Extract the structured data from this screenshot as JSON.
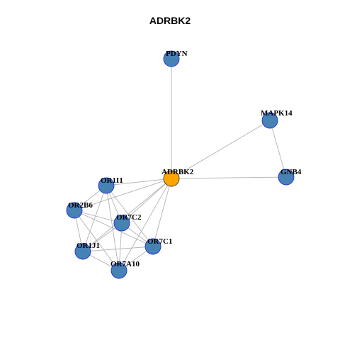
{
  "title": "ADRBK2",
  "colors": {
    "hub": "#FFA500",
    "node": "#4682B4",
    "node_border": "#1f2fd0",
    "edge": "#b3b3b3"
  },
  "nodes": [
    {
      "id": "PDYN",
      "label": "PDYN",
      "role": "neighbor"
    },
    {
      "id": "MAPK14",
      "label": "MAPK14",
      "role": "neighbor"
    },
    {
      "id": "ADRBK2",
      "label": "ADRBK2",
      "role": "hub"
    },
    {
      "id": "GNB4",
      "label": "GNB4",
      "role": "neighbor"
    },
    {
      "id": "OR1I1",
      "label": "OR1I1",
      "role": "neighbor"
    },
    {
      "id": "OR2B6",
      "label": "OR2B6",
      "role": "neighbor"
    },
    {
      "id": "OR7C2",
      "label": "OR7C2",
      "role": "neighbor"
    },
    {
      "id": "OR7C1",
      "label": "OR7C1",
      "role": "neighbor"
    },
    {
      "id": "OR1J1",
      "label": "OR1J1",
      "role": "neighbor"
    },
    {
      "id": "OR7A10",
      "label": "OR7A10",
      "role": "neighbor"
    }
  ],
  "edges": [
    [
      "ADRBK2",
      "PDYN"
    ],
    [
      "ADRBK2",
      "MAPK14"
    ],
    [
      "ADRBK2",
      "GNB4"
    ],
    [
      "MAPK14",
      "GNB4"
    ],
    [
      "ADRBK2",
      "OR1I1"
    ],
    [
      "ADRBK2",
      "OR2B6"
    ],
    [
      "ADRBK2",
      "OR7C2"
    ],
    [
      "ADRBK2",
      "OR7C1"
    ],
    [
      "ADRBK2",
      "OR1J1"
    ],
    [
      "ADRBK2",
      "OR7A10"
    ],
    [
      "OR1I1",
      "OR2B6"
    ],
    [
      "OR1I1",
      "OR7C2"
    ],
    [
      "OR1I1",
      "OR7C1"
    ],
    [
      "OR1I1",
      "OR1J1"
    ],
    [
      "OR1I1",
      "OR7A10"
    ],
    [
      "OR2B6",
      "OR7C2"
    ],
    [
      "OR2B6",
      "OR7C1"
    ],
    [
      "OR2B6",
      "OR1J1"
    ],
    [
      "OR2B6",
      "OR7A10"
    ],
    [
      "OR7C2",
      "OR7C1"
    ],
    [
      "OR7C2",
      "OR1J1"
    ],
    [
      "OR7C2",
      "OR7A10"
    ],
    [
      "OR7C1",
      "OR1J1"
    ],
    [
      "OR7C1",
      "OR7A10"
    ],
    [
      "OR1J1",
      "OR7A10"
    ]
  ]
}
